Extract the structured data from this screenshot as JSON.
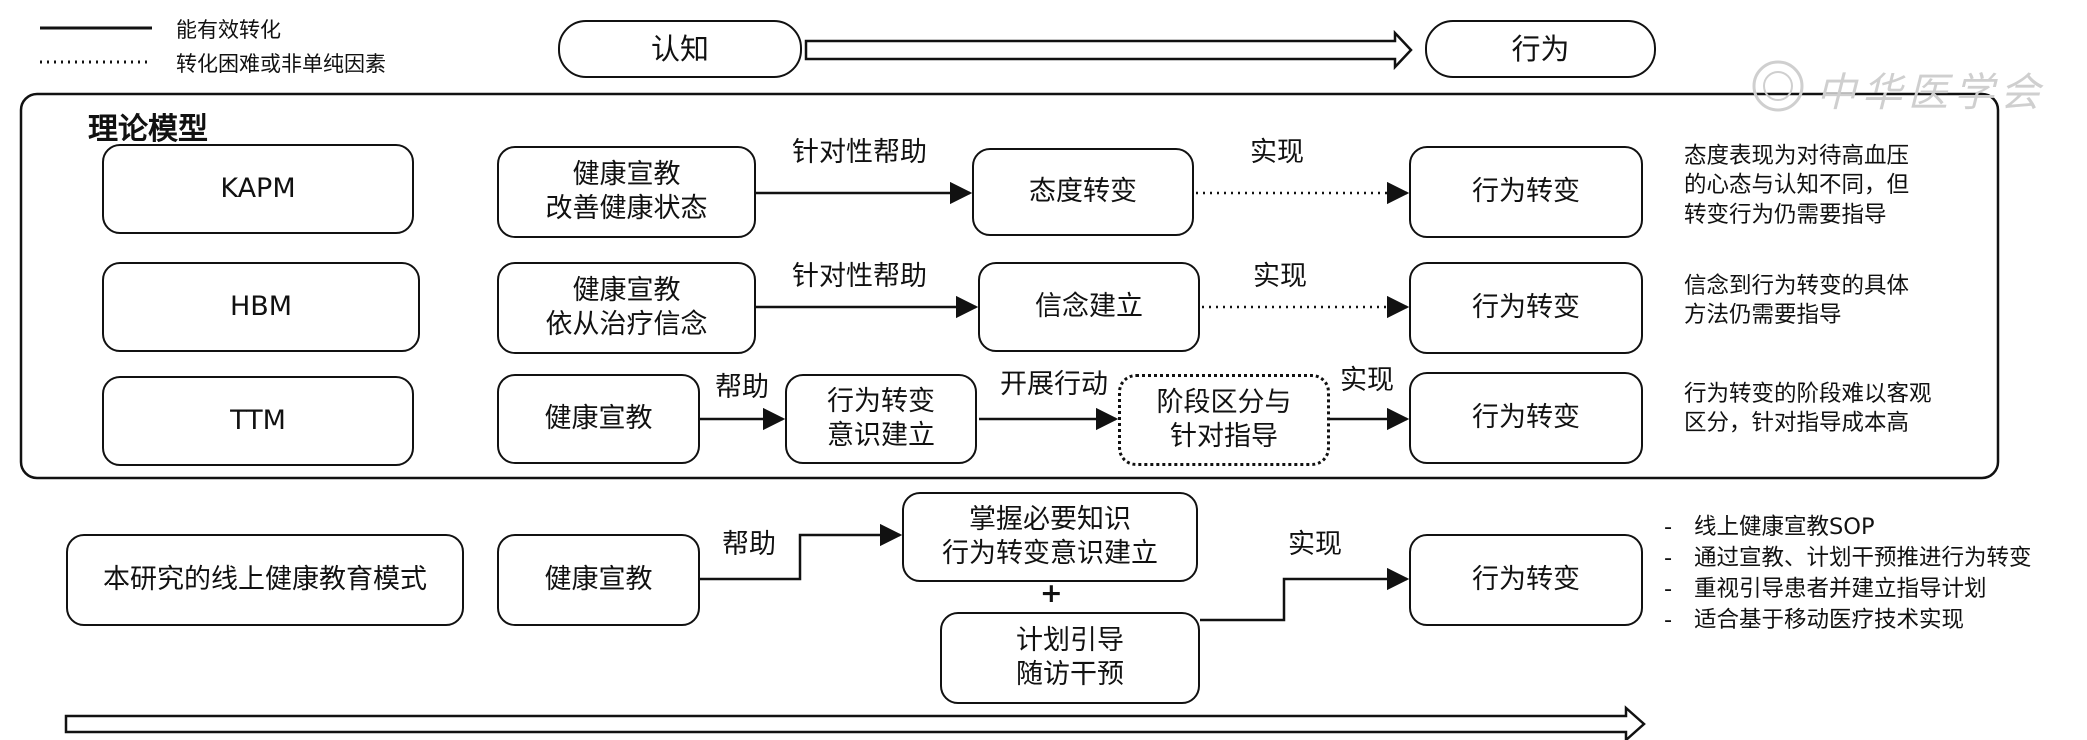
{
  "legend": {
    "solid": "能有效转化",
    "dotted": "转化困难或非单纯因素"
  },
  "top_flow": {
    "from": "认知",
    "to": "行为"
  },
  "section_title": "理论模型",
  "models": [
    {
      "name": "KAPM",
      "start": "健康宣教\n改善健康状态",
      "label1": "针对性帮助",
      "mid": "态度转变",
      "label2": "实现",
      "end": "行为转变",
      "note": "态度表现为对待高血压\n的心态与认知不同，但\n转变行为仍需要指导"
    },
    {
      "name": "HBM",
      "start": "健康宣教\n依从治疗信念",
      "label1": "针对性帮助",
      "mid": "信念建立",
      "label2": "实现",
      "end": "行为转变",
      "note": "信念到行为转变的具体\n方法仍需要指导"
    },
    {
      "name": "TTM",
      "start": "健康宣教",
      "label1": "帮助",
      "mid": "行为转变\n意识建立",
      "label2": "开展行动",
      "mid2": "阶段区分与\n针对指导",
      "label3": "实现",
      "end": "行为转变",
      "note": "行为转变的阶段难以客观\n区分，针对指导成本高"
    }
  ],
  "study": {
    "name": "本研究的线上健康教育模式",
    "start": "健康宣教",
    "label1": "帮助",
    "upper": "掌握必要知识\n行为转变意识建立",
    "plus": "+",
    "lower": "计划引导\n随访干预",
    "label2": "实现",
    "end": "行为转变",
    "bullets": [
      "线上健康宣教SOP",
      "通过宣教、计划干预推进行为转变",
      "重视引导患者并建立指导计划",
      "适合基于移动医疗技术实现"
    ]
  },
  "watermark": "中华医学会"
}
